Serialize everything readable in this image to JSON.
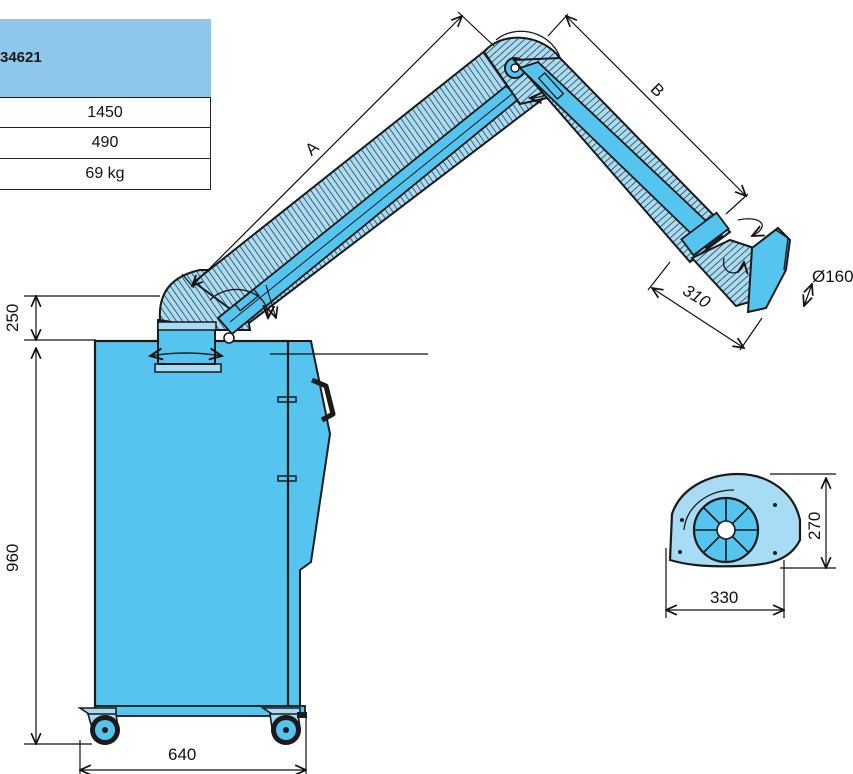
{
  "spec_table": {
    "model_code": "34621",
    "rows": [
      "1450",
      "490",
      "69 kg"
    ]
  },
  "dimensions": {
    "arm_a": "A",
    "arm_b": "B",
    "hood_depth": "310",
    "hood_diameter": "Ø160",
    "top_height": "250",
    "cabinet_height": "960",
    "base_width": "640",
    "hood_front_height": "270",
    "hood_front_width": "330"
  },
  "colors": {
    "body_blue": "#55c4ef",
    "hose_blue": "#a8dcf4",
    "header_blue": "#8ec6ec",
    "outline": "#1a1a1a"
  }
}
